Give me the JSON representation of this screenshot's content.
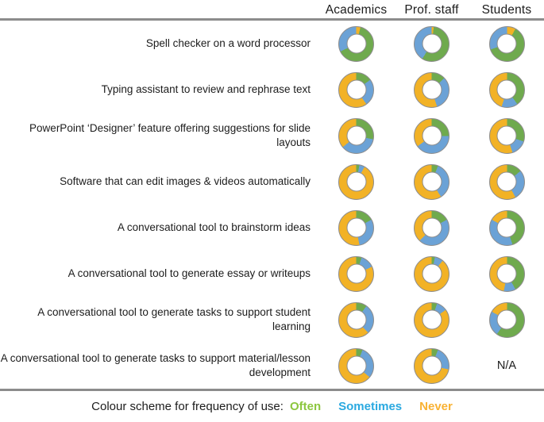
{
  "header": {
    "columns": [
      "Academics",
      "Prof. staff",
      "Students"
    ]
  },
  "legend": {
    "prefix": "Colour scheme for frequency of use:",
    "items": [
      {
        "label": "Often",
        "color": "#8cc63f"
      },
      {
        "label": "Sometimes",
        "color": "#2aa9e0"
      },
      {
        "label": "Never",
        "color": "#f9b233"
      }
    ]
  },
  "colors": {
    "often": "#6faa4e",
    "sometimes": "#6ba2d6",
    "never": "#f2b226",
    "ring_outline": "#8e8e8e",
    "rule": "#8c8c8c"
  },
  "na_text": "N/A",
  "chart_data": {
    "type": "donut-grid",
    "description": "Grid of donut charts showing frequency of use of AI tools by group; segments listed clockwise from 12 o'clock as [category, percent]",
    "categories_legend": [
      "Often",
      "Sometimes",
      "Never"
    ],
    "columns": [
      "Academics",
      "Prof. staff",
      "Students"
    ],
    "rows": [
      {
        "label": "Spell checker on a word processor",
        "cells": [
          [
            [
              "never",
              4
            ],
            [
              "often",
              64
            ],
            [
              "sometimes",
              32
            ]
          ],
          [
            [
              "never",
              2
            ],
            [
              "often",
              57
            ],
            [
              "sometimes",
              41
            ]
          ],
          [
            [
              "never",
              8
            ],
            [
              "often",
              62
            ],
            [
              "sometimes",
              30
            ]
          ]
        ]
      },
      {
        "label": "Typing assistant to review and rephrase text",
        "cells": [
          [
            [
              "often",
              15
            ],
            [
              "sometimes",
              25
            ],
            [
              "never",
              60
            ]
          ],
          [
            [
              "often",
              13
            ],
            [
              "sometimes",
              32
            ],
            [
              "never",
              55
            ]
          ],
          [
            [
              "often",
              40
            ],
            [
              "sometimes",
              15
            ],
            [
              "never",
              45
            ]
          ]
        ]
      },
      {
        "label": "PowerPoint ‘Designer’ feature offering suggestions for slide layouts",
        "cells": [
          [
            [
              "often",
              28
            ],
            [
              "sometimes",
              36
            ],
            [
              "never",
              36
            ]
          ],
          [
            [
              "often",
              25
            ],
            [
              "sometimes",
              40
            ],
            [
              "never",
              35
            ]
          ],
          [
            [
              "often",
              30
            ],
            [
              "sometimes",
              15
            ],
            [
              "never",
              55
            ]
          ]
        ]
      },
      {
        "label": "Software that can edit images & videos automatically",
        "cells": [
          [
            [
              "often",
              3
            ],
            [
              "sometimes",
              5
            ],
            [
              "never",
              92
            ]
          ],
          [
            [
              "often",
              6
            ],
            [
              "sometimes",
              35
            ],
            [
              "never",
              59
            ]
          ],
          [
            [
              "often",
              14
            ],
            [
              "sometimes",
              28
            ],
            [
              "never",
              58
            ]
          ]
        ]
      },
      {
        "label": "A conversational tool to brainstorm ideas",
        "cells": [
          [
            [
              "often",
              17
            ],
            [
              "sometimes",
              30
            ],
            [
              "never",
              53
            ]
          ],
          [
            [
              "often",
              17
            ],
            [
              "sometimes",
              45
            ],
            [
              "never",
              38
            ]
          ],
          [
            [
              "often",
              45
            ],
            [
              "sometimes",
              38
            ],
            [
              "never",
              17
            ]
          ]
        ]
      },
      {
        "label": "A conversational tool to generate essay or writeups",
        "cells": [
          [
            [
              "often",
              5
            ],
            [
              "sometimes",
              13
            ],
            [
              "never",
              82
            ]
          ],
          [
            [
              "often",
              3
            ],
            [
              "sometimes",
              8
            ],
            [
              "never",
              89
            ]
          ],
          [
            [
              "often",
              42
            ],
            [
              "sometimes",
              11
            ],
            [
              "never",
              47
            ]
          ]
        ]
      },
      {
        "label": "A conversational tool to generate tasks to support student learning",
        "cells": [
          [
            [
              "often",
              10
            ],
            [
              "sometimes",
              28
            ],
            [
              "never",
              62
            ]
          ],
          [
            [
              "often",
              5
            ],
            [
              "sometimes",
              10
            ],
            [
              "never",
              85
            ]
          ],
          [
            [
              "often",
              60
            ],
            [
              "sometimes",
              23
            ],
            [
              "never",
              17
            ]
          ]
        ]
      },
      {
        "label": "A conversational tool to generate tasks to support material/lesson development",
        "cells": [
          [
            [
              "often",
              6
            ],
            [
              "sometimes",
              30
            ],
            [
              "never",
              64
            ]
          ],
          [
            [
              "often",
              6
            ],
            [
              "sometimes",
              22
            ],
            [
              "never",
              72
            ]
          ],
          null
        ]
      }
    ]
  }
}
